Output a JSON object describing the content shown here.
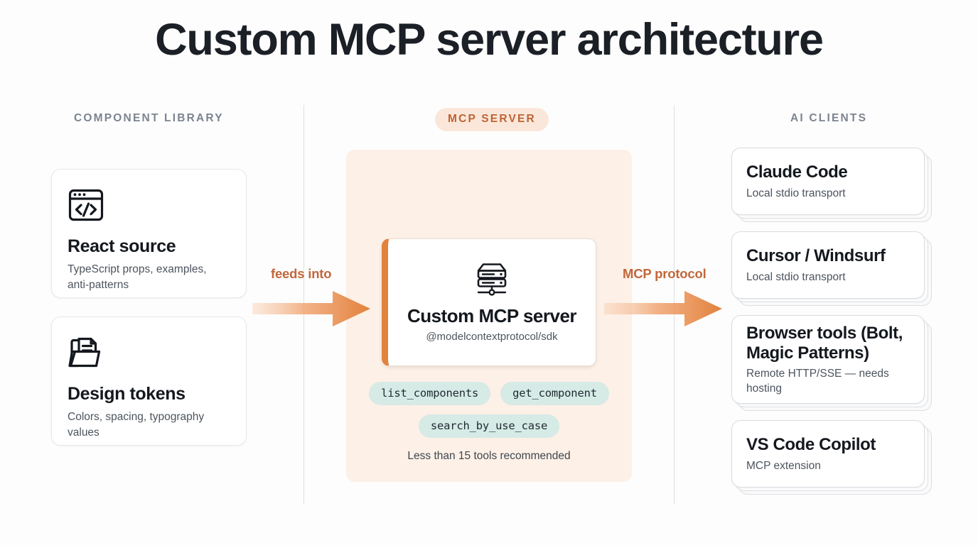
{
  "page": {
    "title": "Custom MCP server architecture",
    "background": "#fdfdfd"
  },
  "colors": {
    "accent_orange": "#e1823d",
    "accent_orange_text": "#c1673a",
    "panel_peach": "#fdf0e6",
    "badge_peach": "#fbe7da",
    "badge_text": "#bd6434",
    "tool_pill": "#d6eae6",
    "header_gray": "#7b8490",
    "title_dark": "#14181e"
  },
  "columns": {
    "left": {
      "header": "COMPONENT LIBRARY",
      "cards": [
        {
          "icon": "code-window-icon",
          "title": "React source",
          "subtitle": "TypeScript props, examples, anti-patterns"
        },
        {
          "icon": "folder-document-icon",
          "title": "Design tokens",
          "subtitle": "Colors, spacing, typography values"
        }
      ]
    },
    "center": {
      "badge": "MCP SERVER",
      "server": {
        "icon": "server-rack-icon",
        "title": "Custom MCP server",
        "subtitle": "@modelcontextprotocol/sdk"
      },
      "tools": [
        [
          "list_components",
          "get_component"
        ],
        [
          "search_by_use_case"
        ]
      ],
      "note": "Less than 15 tools recommended"
    },
    "right": {
      "header": "AI CLIENTS",
      "cards": [
        {
          "title": "Claude Code",
          "subtitle": "Local stdio transport"
        },
        {
          "title": "Cursor / Windsurf",
          "subtitle": "Local stdio transport"
        },
        {
          "title": "Browser tools (Bolt, Magic Patterns)",
          "subtitle": "Remote HTTP/SSE — needs hosting"
        },
        {
          "title": "VS Code Copilot",
          "subtitle": "MCP extension"
        }
      ]
    }
  },
  "arrows": [
    {
      "label": "feeds into",
      "direction": "right"
    },
    {
      "label": "MCP protocol",
      "direction": "right"
    }
  ]
}
